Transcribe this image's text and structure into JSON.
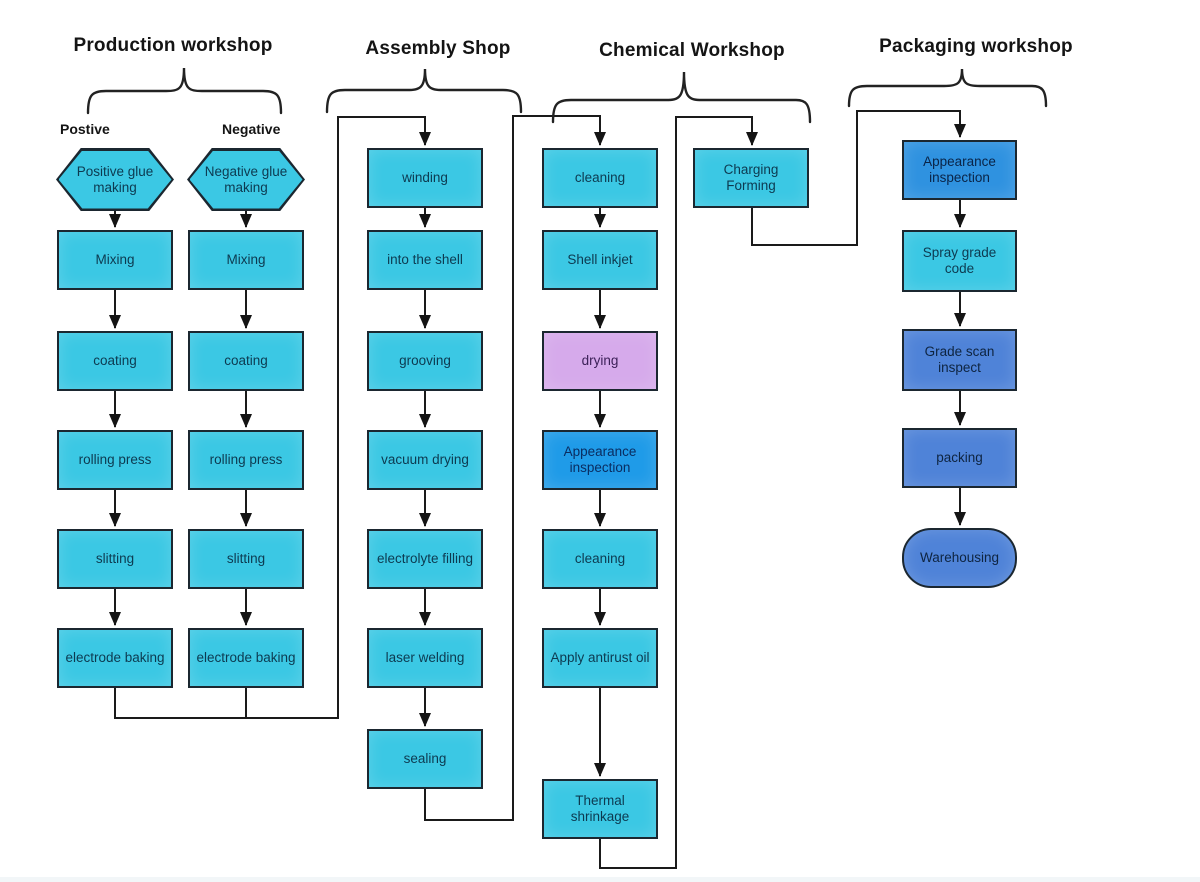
{
  "production": {
    "header": "Production workshop",
    "positive_label": "Postive",
    "negative_label": "Negative",
    "positive_steps": [
      "Positive glue making",
      "Mixing",
      "coating",
      "rolling press",
      "slitting",
      "electrode baking"
    ],
    "negative_steps": [
      "Negative glue making",
      "Mixing",
      "coating",
      "rolling press",
      "slitting",
      "electrode baking"
    ]
  },
  "assembly": {
    "header": "Assembly Shop",
    "steps": [
      "winding",
      "into the shell",
      "grooving",
      "vacuum drying",
      "electrolyte filling",
      "laser welding",
      "sealing"
    ]
  },
  "chemical": {
    "header": "Chemical Workshop",
    "steps": [
      "cleaning",
      "Shell inkjet",
      "drying",
      "Appearance inspection",
      "cleaning",
      "Apply antirust oil",
      "Thermal shrinkage"
    ],
    "branch_step": "Charging Forming"
  },
  "packaging": {
    "header": "Packaging workshop",
    "steps": [
      "Appearance inspection",
      "Spray grade code",
      "Grade scan inspect",
      "packing",
      "Warehousing"
    ]
  },
  "colors": {
    "cyan": "#3BC8E4",
    "purple": "#D6AAEB",
    "azure": "#1F9BE8",
    "azure_dark": "#2F92E0",
    "blue": "#4F83D8",
    "line": "#1A1A1A"
  }
}
